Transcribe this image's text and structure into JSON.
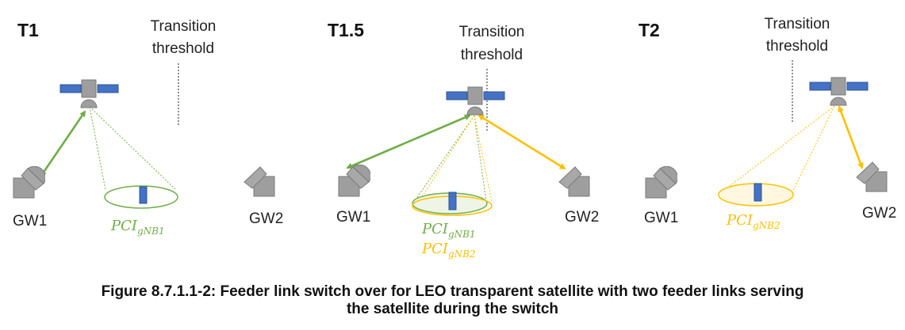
{
  "colors": {
    "feeder_gnb1": "#70AD47",
    "feeder_gnb2": "#FFC000",
    "equipment_gray": "#9E9E9E",
    "solar_panel_blue": "#4472C4",
    "threshold_line": "#555555"
  },
  "panels": [
    {
      "title": "T1",
      "threshold_label": [
        "Transition",
        "threshold"
      ],
      "gw1_label": "GW1",
      "gw2_label": "GW2",
      "pci_labels": [
        {
          "base": "PCI",
          "sub": "gNB1"
        }
      ]
    },
    {
      "title": "T1.5",
      "threshold_label": [
        "Transition",
        "threshold"
      ],
      "gw1_label": "GW1",
      "gw2_label": "GW2",
      "pci_labels": [
        {
          "base": "PCI",
          "sub": "gNB1"
        },
        {
          "base": "PCI",
          "sub": "gNB2"
        }
      ]
    },
    {
      "title": "T2",
      "threshold_label": [
        "Transition",
        "threshold"
      ],
      "gw1_label": "GW1",
      "gw2_label": "GW2",
      "pci_labels": [
        {
          "base": "PCI",
          "sub": "gNB2"
        }
      ]
    }
  ],
  "caption": {
    "line1": "Figure 8.7.1.1-2: Feeder link switch over for LEO transparent satellite with two feeder links serving",
    "line2": "the satellite during the switch"
  }
}
